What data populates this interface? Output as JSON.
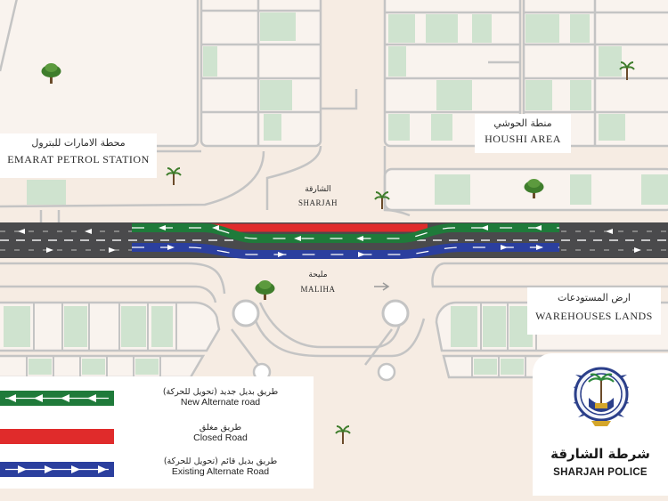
{
  "labels": {
    "petrol_station": {
      "ar": "محطة الامارات للبترول",
      "en": "EMARAT PETROL STATION"
    },
    "houshi_area": {
      "ar": "منطة الحوشي",
      "en": "HOUSHI AREA"
    },
    "sharjah": {
      "ar": "الشارقة",
      "en": "SHARJAH"
    },
    "maliha": {
      "ar": "مليحة",
      "en": "MALIHA"
    },
    "warehouses": {
      "ar": "ارض المستودعات",
      "en": "WAREHOUSES LANDS"
    }
  },
  "legend": [
    {
      "key": "new_alternate",
      "ar": "طريق بديل جديد (تحويل للحركة)",
      "en": "New Alternate road",
      "color": "#1f7a3a"
    },
    {
      "key": "closed",
      "ar": "طريق مغلق",
      "en": "Closed Road",
      "color": "#e02b2b"
    },
    {
      "key": "existing_alternate",
      "ar": "طريق بديل قائم (تحويل للحركة)",
      "en": "Existing Alternate Road",
      "color": "#2b3f9e"
    }
  ],
  "police": {
    "ar": "شرطة الشارقة",
    "en": "SHARJAH POLICE"
  },
  "colors": {
    "ground": "#f6ece3",
    "block_outline": "#c4c4c4",
    "green_plot": "#cfe3cf",
    "road": "#4a4a4c",
    "new_alternate": "#1f7a3a",
    "closed": "#e02b2b",
    "existing_alternate": "#2b3f9e"
  },
  "icons": [
    "tree-icon",
    "palm-icon",
    "roundabout-icon",
    "direction-arrow-icon",
    "police-emblem-icon"
  ]
}
